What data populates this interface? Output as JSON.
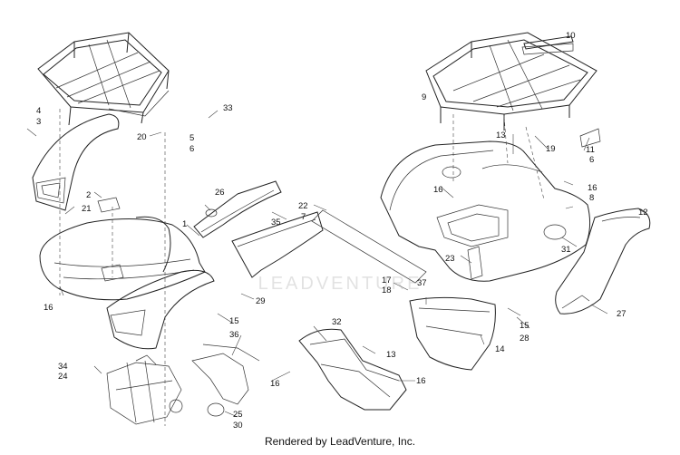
{
  "footer": "Rendered by LeadVenture, Inc.",
  "watermark": "LEADVENTURE",
  "callouts": {
    "c1": "1",
    "c2": "2",
    "c3": "3",
    "c4": "4",
    "c5": "5",
    "c6a": "6",
    "c6b": "6",
    "c7": "7",
    "c8": "8",
    "c9": "9",
    "c10": "10",
    "c11": "11",
    "c12": "12",
    "c13a": "13",
    "c13b": "13",
    "c14": "14",
    "c15a": "15",
    "c15b": "15",
    "c16a": "16",
    "c16b": "16",
    "c16c": "16",
    "c16d": "16",
    "c16e": "16",
    "c17": "17",
    "c18": "18",
    "c19": "19",
    "c20": "20",
    "c21": "21",
    "c22": "22",
    "c23": "23",
    "c24": "24",
    "c25": "25",
    "c26": "26",
    "c27": "27",
    "c28": "28",
    "c29": "29",
    "c30": "30",
    "c31": "31",
    "c32": "32",
    "c33": "33",
    "c34": "34",
    "c35": "35",
    "c36": "36",
    "c37": "37"
  }
}
